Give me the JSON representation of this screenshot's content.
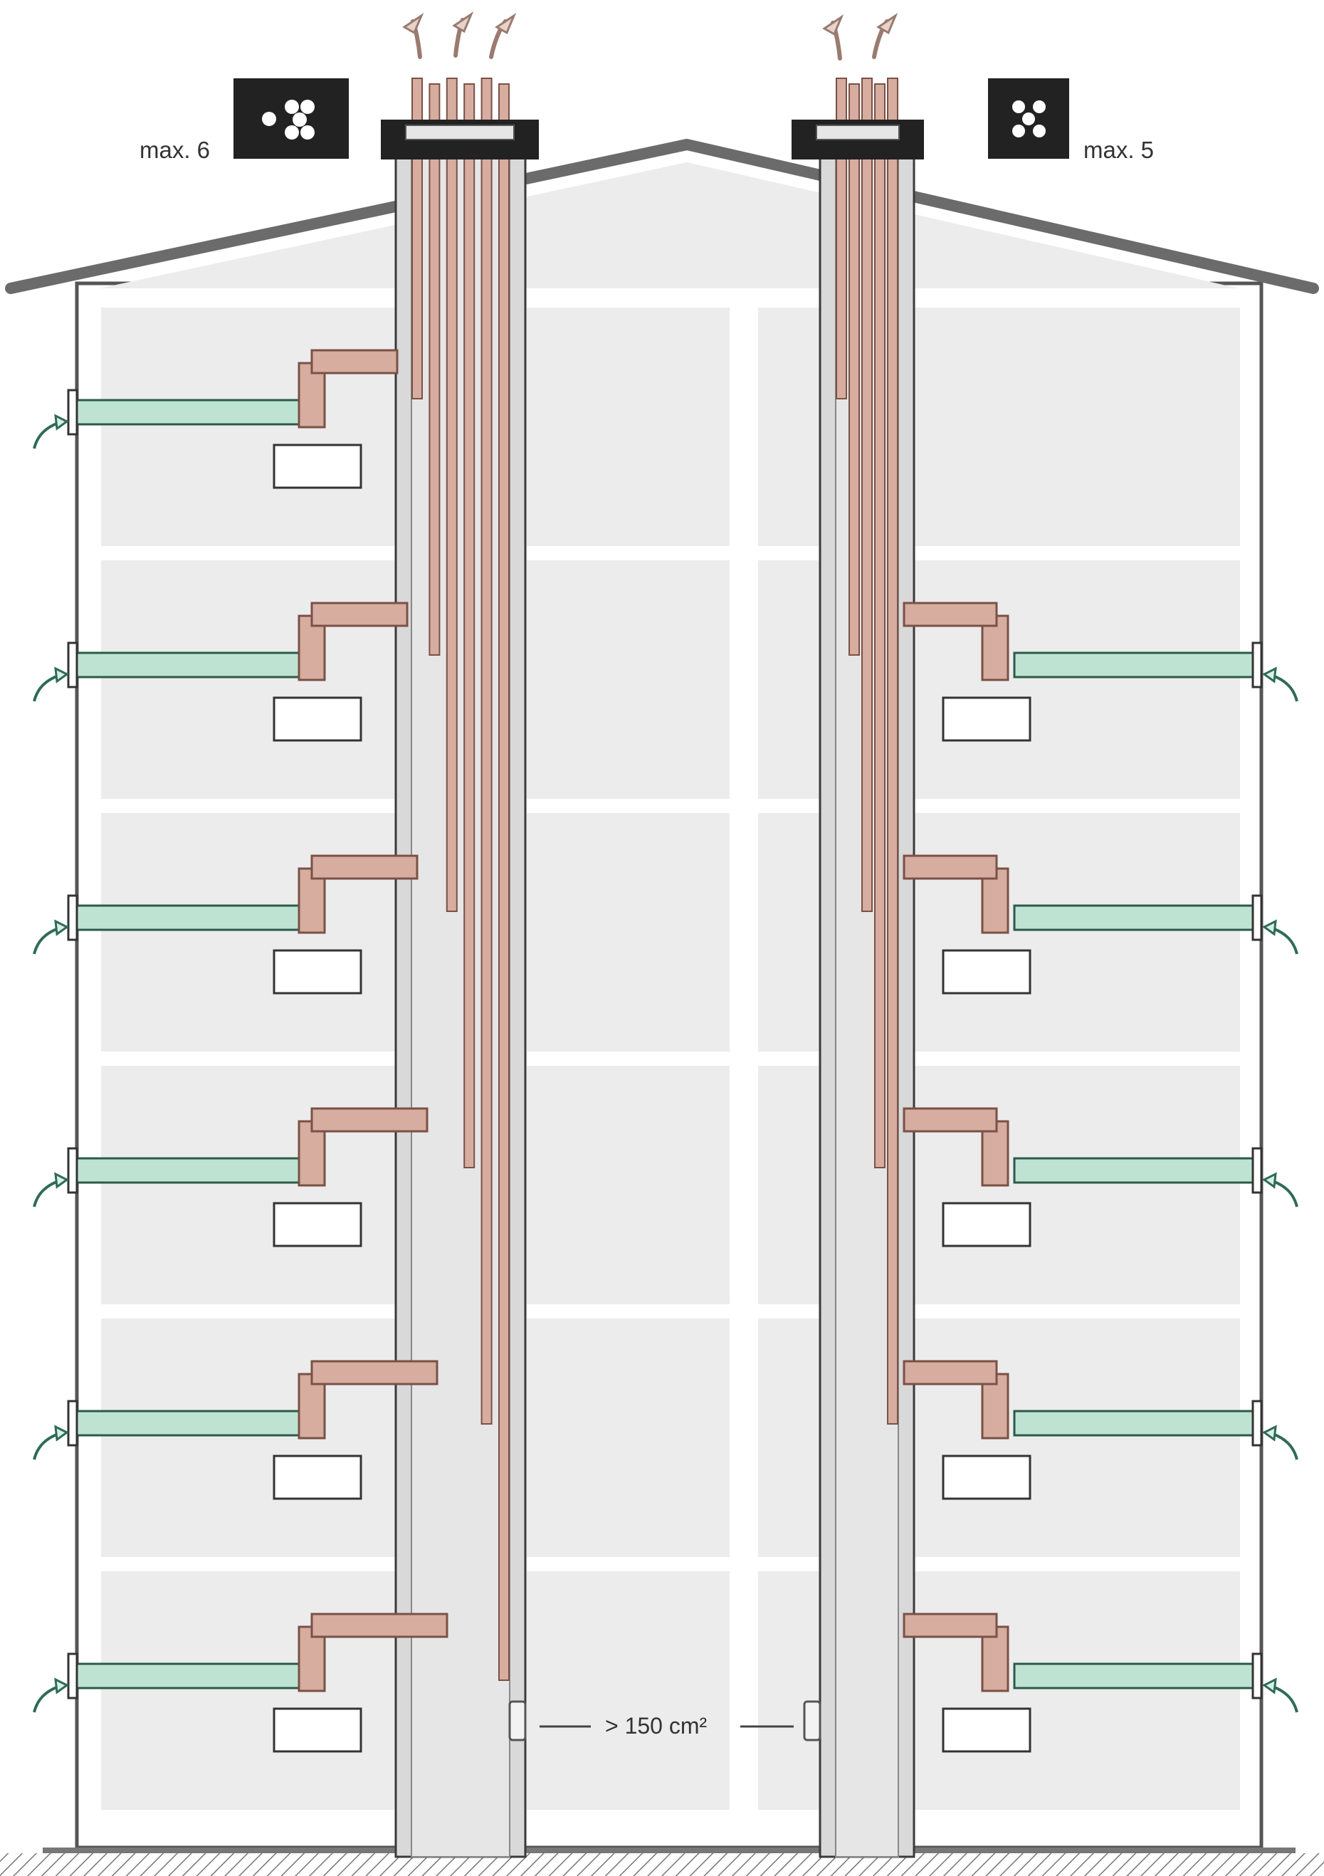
{
  "labels": {
    "left_max": "max. 6",
    "right_max": "max. 5",
    "vent_area": "> 150 cm²"
  },
  "stacks": {
    "left": {
      "flue_count": 6,
      "side": "left"
    },
    "right": {
      "flue_count": 5,
      "side": "right"
    }
  },
  "floors": 6,
  "colors": {
    "flue_pipe": "#d7ada0",
    "air_pipe": "#bfe3d3",
    "wall_fill": "#ececec",
    "chimney_shaft": "#d9d9d9",
    "outline": "#3a3a3a",
    "roof": "#6b6b6b",
    "cap": "#222222"
  },
  "icons": [
    "exhaust-arrow-icon",
    "intake-arrow-icon",
    "flue-pattern-icon",
    "vent-grille-icon"
  ]
}
